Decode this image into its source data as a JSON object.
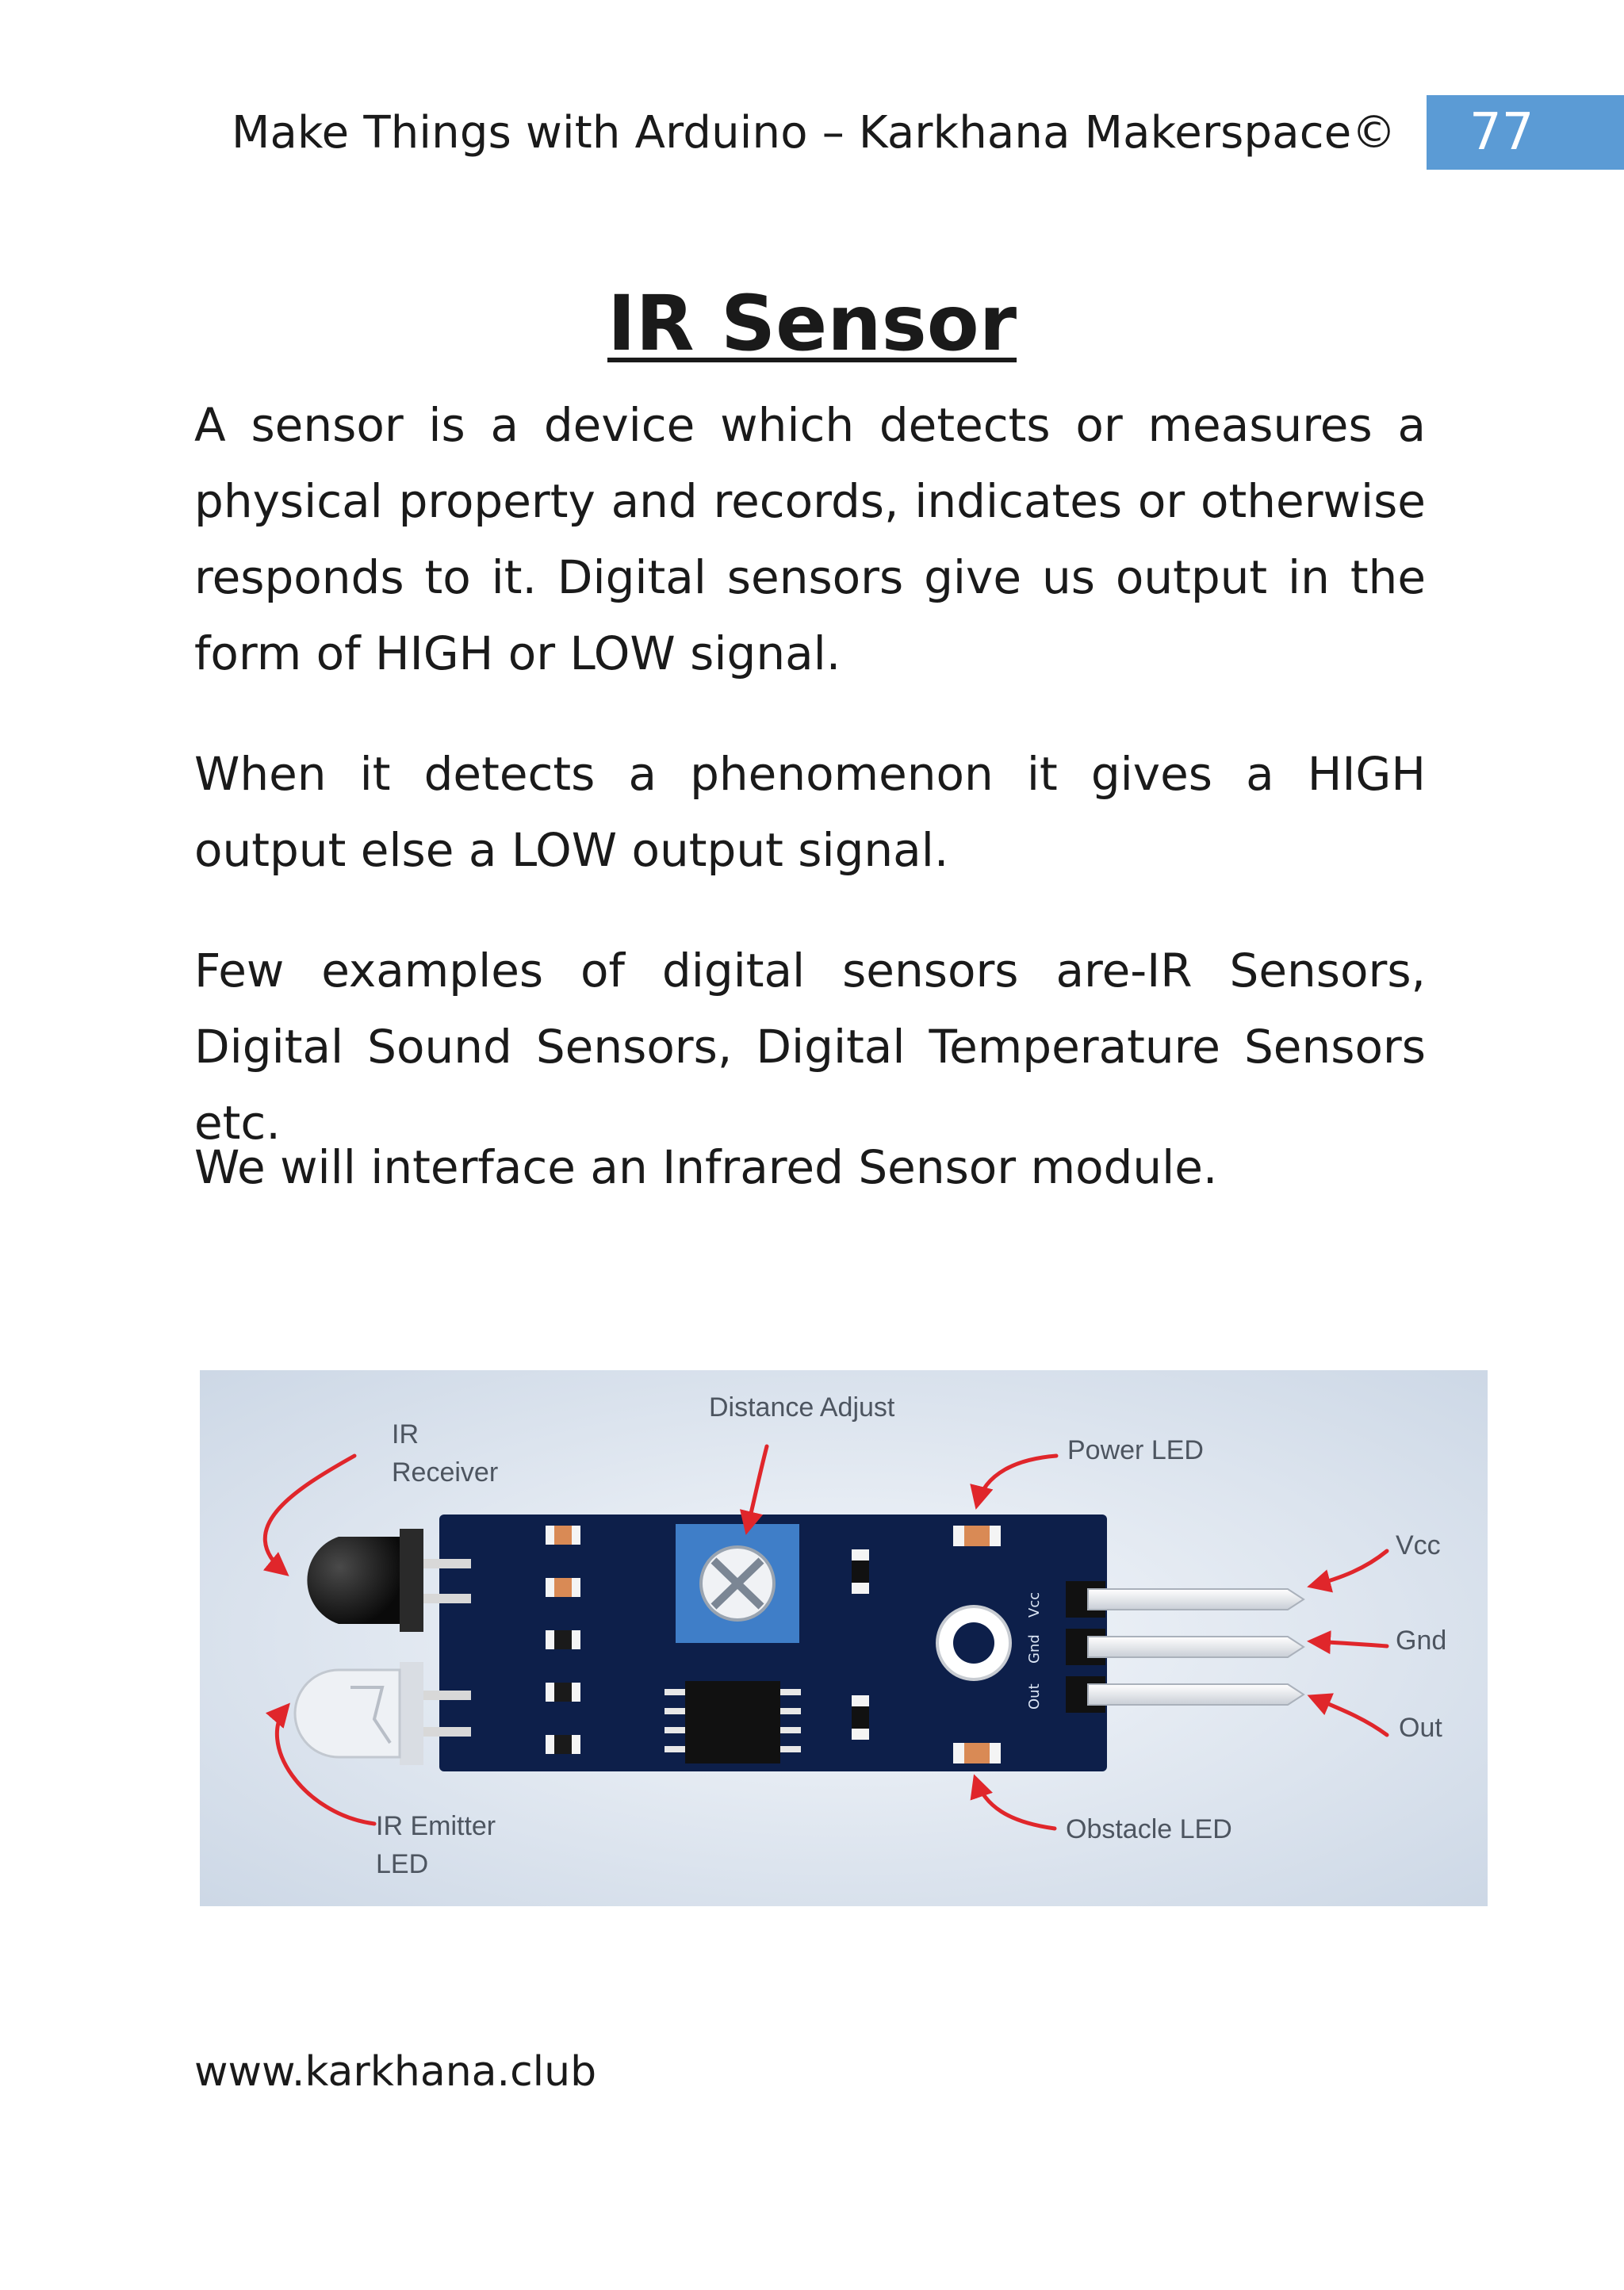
{
  "header": {
    "title": "Make Things with Arduino – Karkhana Makerspace©",
    "page_number": "77",
    "accent_color": "#5b9bd5"
  },
  "section": {
    "title": "IR Sensor"
  },
  "paragraphs": [
    "A sensor is a device which detects or measures a physical property and records, indicates or otherwise responds to it. Digital sensors give us output in the form of HIGH or LOW signal.",
    "When it detects a phenomenon it gives a HIGH output else a LOW output signal.",
    "Few examples of digital sensors are-IR Sensors, Digital Sound Sensors, Digital Temperature Sensors etc.",
    "We will interface an Infrared Sensor module."
  ],
  "figure": {
    "labels": {
      "ir_receiver_line1": "IR",
      "ir_receiver_line2": "Receiver",
      "distance_adjust": "Distance Adjust",
      "power_led": "Power LED",
      "vcc": "Vcc",
      "gnd": "Gnd",
      "out": "Out",
      "ir_emitter_line1": "IR Emitter",
      "ir_emitter_line2": "LED",
      "obstacle_led": "Obstacle LED"
    },
    "board_pin_labels": {
      "vcc": "Vcc",
      "gnd": "Gnd",
      "out": "Out"
    },
    "board_color": "#0d1f4a",
    "arrow_color": "#e0262b"
  },
  "footer": {
    "url": "www.karkhana.club"
  }
}
